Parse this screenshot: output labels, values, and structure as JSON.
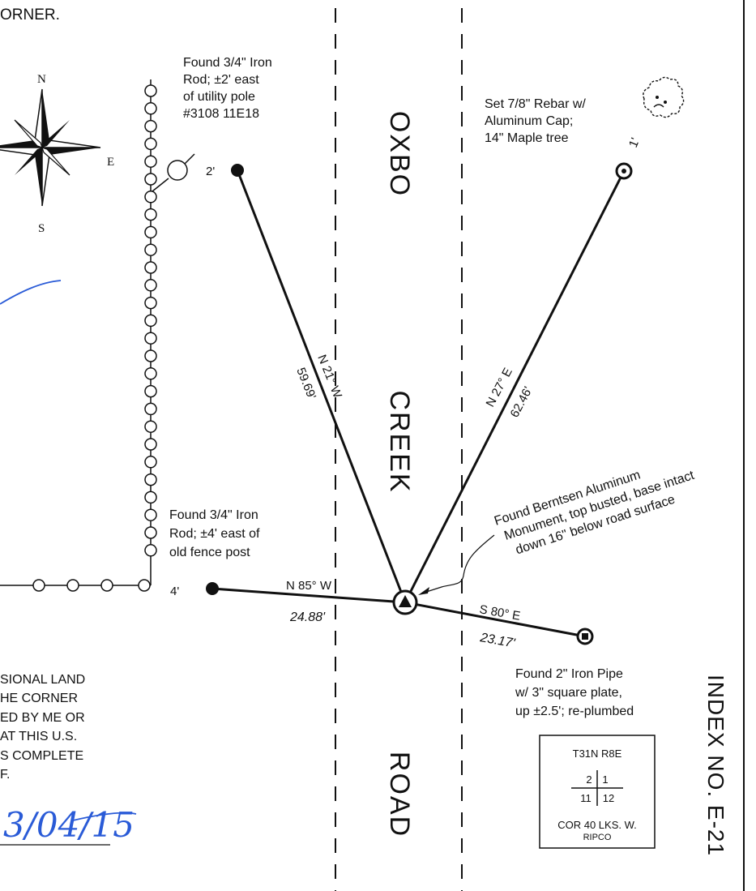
{
  "header_text": "ORNER.",
  "compass": {
    "n": "N",
    "e": "E",
    "s": "S"
  },
  "road": {
    "word1": "OXBO",
    "word2": "CREEK",
    "word3": "ROAD"
  },
  "points": {
    "p2": {
      "label": "2'",
      "note": [
        "Found 3/4\" Iron",
        "Rod; ±2' east",
        "of utility pole",
        "#3108 11E18"
      ]
    },
    "p1": {
      "label": "1'",
      "note": [
        "Set 7/8\" Rebar w/",
        "Aluminum Cap;",
        "14\" Maple tree"
      ]
    },
    "p4": {
      "label": "4'",
      "note": [
        "Found 3/4\" Iron",
        "Rod; ±4' east of",
        "old fence post"
      ]
    },
    "p3": {
      "note": [
        "Found 2\" Iron Pipe",
        "w/ 3\" square plate,",
        "up ±2.5'; re-plumbed"
      ]
    },
    "monument": {
      "note": [
        "Found Berntsen Aluminum",
        "Monument, top busted, base intact",
        "down 16\" below road surface"
      ]
    }
  },
  "ties": [
    {
      "bearing": "N 21° W",
      "distance": "59.69'"
    },
    {
      "bearing": "N 27° E",
      "distance": "62.46'"
    },
    {
      "bearing": "N 85° W",
      "distance": "24.88'"
    },
    {
      "bearing": "S 80° E",
      "distance": "23.17'"
    }
  ],
  "certificate_lines": [
    "SIONAL LAND",
    "HE CORNER",
    "ED BY ME OR",
    "AT THIS U.S.",
    "S COMPLETE",
    "F."
  ],
  "signature_date": "3/04/15",
  "section_box": {
    "title": "T31N  R8E",
    "nw": "2",
    "ne": "1",
    "sw": "11",
    "se": "12",
    "footer1": "COR 40 LKS. W.",
    "footer2": "RIPCO"
  },
  "index_label": "INDEX NO.  E-21",
  "colors": {
    "ink": "#111111",
    "signature_blue": "#2a5bd7",
    "paper": "#ffffff"
  }
}
